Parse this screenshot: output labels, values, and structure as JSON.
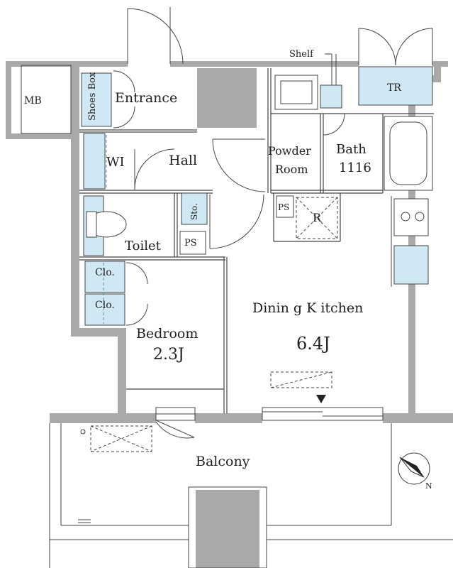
{
  "rooms": {
    "mb": "MB",
    "shoes_box": "Shoes Box",
    "entrance": "Entrance",
    "shelf": "Shelf",
    "tr": "TR",
    "wic": "WI",
    "hall": "Hall",
    "powder_room_1": "Powder",
    "powder_room_2": "Room",
    "bath": "Bath",
    "bath_size": "1116",
    "storage": "Sto.",
    "ps_upper": "PS",
    "refrigerator": "R",
    "toilet": "Toilet",
    "ps_lower": "PS",
    "closet_1": "Clo.",
    "closet_2": "Clo.",
    "dining_kitchen": "Dinin g K itchen",
    "dining_kitchen_size": "6.4J",
    "bedroom": "Bedroom",
    "bedroom_size": "2.3J",
    "balcony": "Balcony"
  },
  "compass": {
    "north_label": "N",
    "icon": "north-arrow-icon"
  },
  "colors": {
    "wall": "#a9a9a9",
    "storage_fill": "#cfe8f4",
    "line": "#444444"
  }
}
